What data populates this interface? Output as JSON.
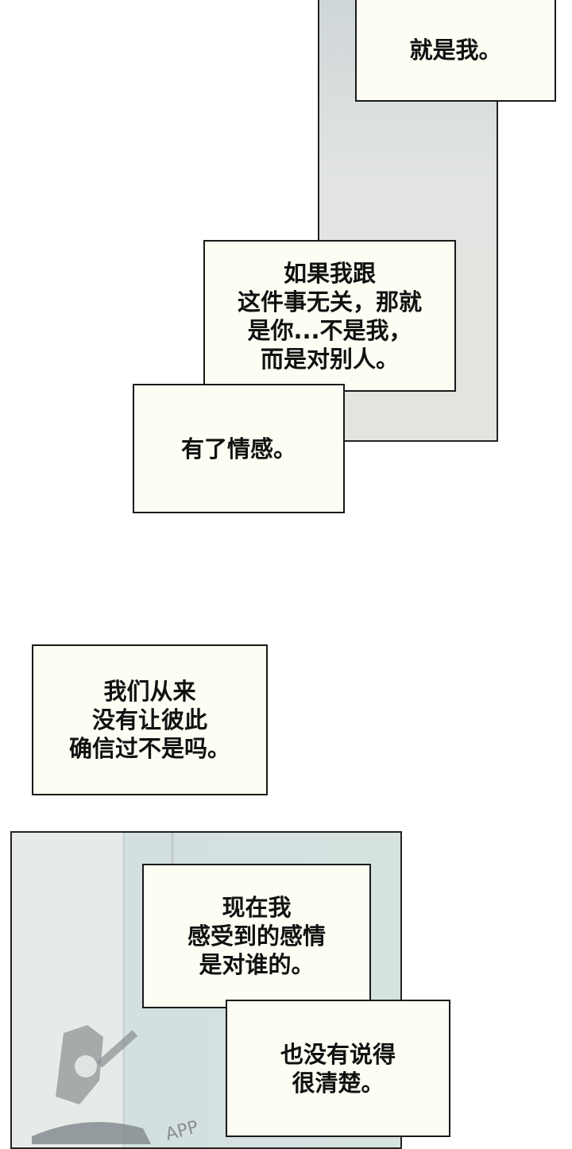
{
  "panels": {
    "top_background_color": "#dfe3e0",
    "bottom_background_color": "#d6e2e0"
  },
  "captions": [
    {
      "text": "就是我。"
    },
    {
      "text": "如果我跟\n这件事无关，那就\n是你...不是我，\n而是对别人。"
    },
    {
      "text": "有了情感。"
    },
    {
      "text": "我们从来\n没有让彼此\n确信过不是吗。"
    },
    {
      "text": "现在我\n感受到的感情\n是对谁的。"
    },
    {
      "text": "也没有说得\n很清楚。"
    }
  ],
  "watermark": {
    "text": "APP"
  }
}
